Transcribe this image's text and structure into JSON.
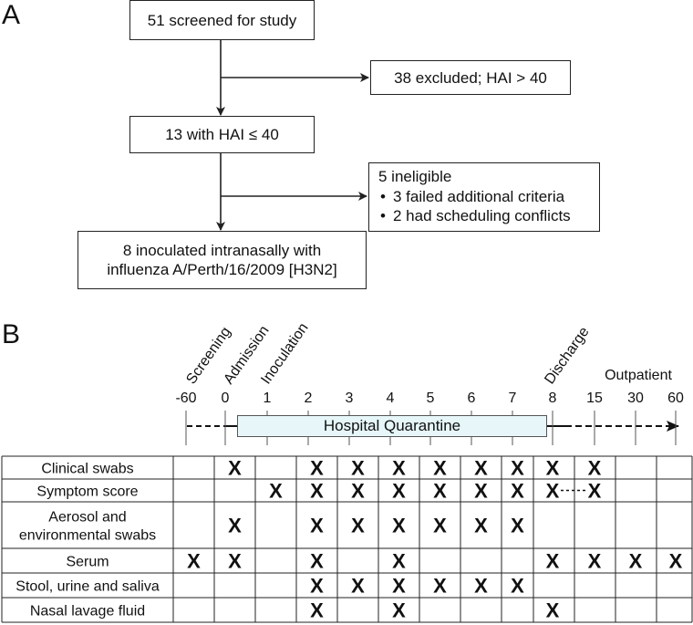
{
  "panel_a": {
    "label": "A",
    "screened": "51 screened for study",
    "excluded": "38 excluded; HAI > 40",
    "eligible": "13 with HAI ≤ 40",
    "ineligible": {
      "title": "5 ineligible",
      "items": [
        "3 failed additional criteria",
        "2 had scheduling conflicts"
      ]
    },
    "inoculated": [
      "8 inoculated intranasally with",
      "influenza A/Perth/16/2009 [H3N2]"
    ]
  },
  "panel_b": {
    "label": "B",
    "phases": [
      "Screening",
      "Admission",
      "Inoculation",
      "Discharge",
      "Outpatient"
    ],
    "day_ticks": [
      "-60",
      "0",
      "1",
      "2",
      "3",
      "4",
      "5",
      "6",
      "7",
      "8",
      "15",
      "30",
      "60"
    ],
    "quarantine_label": "Hospital Quarantine",
    "mark": "X",
    "rows": [
      {
        "label": [
          "Clinical swabs"
        ],
        "cols": [
          1,
          3,
          4,
          5,
          6,
          7,
          8,
          9,
          10
        ]
      },
      {
        "label": [
          "Symptom score"
        ],
        "cols": [
          2,
          3,
          4,
          5,
          6,
          7,
          8,
          9,
          10
        ]
      },
      {
        "label": [
          "Aerosol and",
          "environmental swabs"
        ],
        "cols": [
          1,
          3,
          4,
          5,
          6,
          7,
          8
        ]
      },
      {
        "label": [
          "Serum"
        ],
        "cols": [
          0,
          1,
          3,
          5,
          9,
          10,
          11,
          12
        ]
      },
      {
        "label": [
          "Stool, urine and saliva"
        ],
        "cols": [
          3,
          4,
          5,
          6,
          7,
          8
        ]
      },
      {
        "label": [
          "Nasal lavage fluid"
        ],
        "cols": [
          3,
          5,
          9
        ]
      }
    ],
    "dotted_link_row": 1
  }
}
